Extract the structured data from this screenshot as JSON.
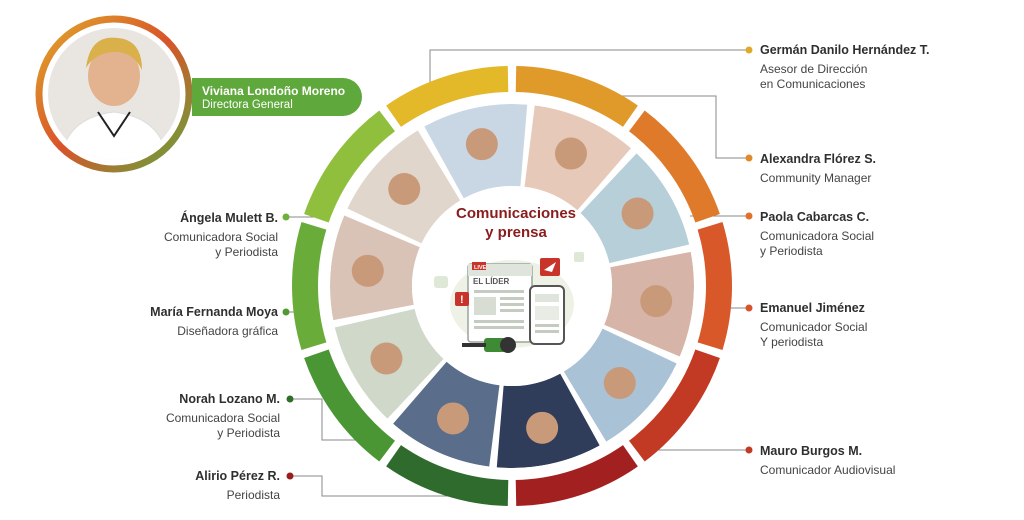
{
  "title": "Comunicaciones y prensa",
  "title_lines": [
    "Comunicaciones",
    "y prensa"
  ],
  "illustration": {
    "live_label": "LIVE",
    "newspaper_label": "EL LÍDER"
  },
  "director": {
    "name": "Viviana Londoño Moreno",
    "role": "Directora General"
  },
  "members_right": [
    {
      "name": "Germán Danilo Hernández T.",
      "role": "Asesor de Dirección\nen Comunicaciones",
      "color": "#e0a92a"
    },
    {
      "name": "Alexandra Flórez S.",
      "role": "Community Manager",
      "color": "#e08a2a"
    },
    {
      "name": "Paola Cabarcas C.",
      "role": "Comunicadora Social\ny Periodista",
      "color": "#e0702a"
    },
    {
      "name": "Emanuel Jiménez",
      "role": "Comunicador Social\nY periodista",
      "color": "#d9532a"
    },
    {
      "name": "Mauro Burgos M.",
      "role": "Comunicador Audiovisual",
      "color": "#c13a22"
    }
  ],
  "members_left": [
    {
      "name": "Ángela Mulett B.",
      "role": "Comunicadora Social\ny Periodista",
      "color": "#6fb03c"
    },
    {
      "name": "María Fernanda Moya",
      "role": "Diseñadora gráfica",
      "color": "#4f9a34"
    },
    {
      "name": "Norah Lozano M.",
      "role": "Comunicadora Social\ny Periodista",
      "color": "#2f6f2a"
    },
    {
      "name": "Alirio Pérez R.",
      "role": "Periodista",
      "color": "#9a1c1c"
    }
  ],
  "ring_colors": [
    "#e3b92a",
    "#e09a2a",
    "#df7a2a",
    "#d8582a",
    "#c33a24",
    "#a32020",
    "#2e6b2c",
    "#4b9634",
    "#6aac3a",
    "#8fbf3c"
  ]
}
